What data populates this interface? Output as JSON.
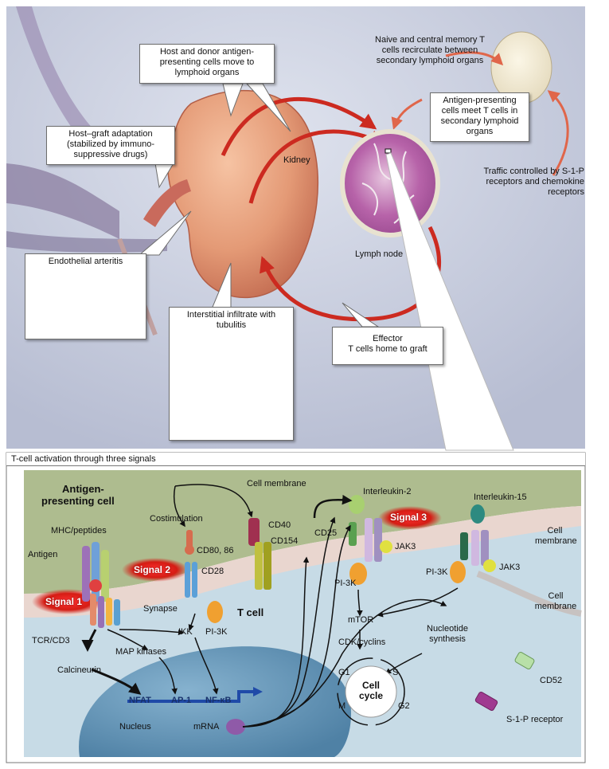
{
  "top": {
    "callouts": {
      "apc_move": "Host and donor antigen-presenting cells move to lymphoid organs",
      "host_graft": "Host–graft adaptation (stabilized by immuno-suppressive drugs)",
      "naive": "Naive and central memory T cells recirculate between secondary lymphoid organs",
      "apc_meet": "Antigen-presenting cells meet T cells in secondary lymphoid organs",
      "traffic": "Traffic controlled by S-1-P receptors and chemokine receptors",
      "endothelial": "Endothelial arteritis",
      "interstitial": "Interstitial infiltrate with tubulitis",
      "effector_l1": "Effector",
      "effector_l2": "T cells home to graft"
    },
    "labels": {
      "kidney": "Kidney",
      "lymph_node": "Lymph node"
    }
  },
  "bottom": {
    "title": "T-cell activation through three signals",
    "apc_l1": "Antigen-",
    "apc_l2": "presenting cell",
    "cell_membrane_top": "Cell membrane",
    "costimulation": "Costimulation",
    "mhc": "MHC/peptides",
    "antigen": "Antigen",
    "cd80": "CD80, 86",
    "cd28": "CD28",
    "cd40": "CD40",
    "cd154": "CD154",
    "signal1": "Signal 1",
    "signal2": "Signal 2",
    "signal3": "Signal 3",
    "synapse": "Synapse",
    "tcell": "T cell",
    "pi3k_a": "PI-3K",
    "pi3k_b": "PI-3K",
    "pi3k_c": "PI-3K",
    "tcr": "TCR/CD3",
    "ikk": "IKK",
    "map": "MAP kinases",
    "calcineurin": "Calcineurin",
    "nfat": "NFAT",
    "ap1": "AP-1",
    "nfkb": "NF-κB",
    "nucleus": "Nucleus",
    "mrna": "mRNA",
    "il2": "Interleukin-2",
    "cd25": "CD25",
    "jak3_a": "JAK3",
    "il15": "Interleukin-15",
    "jak3_b": "JAK3",
    "cell_membrane_r_l1": "Cell",
    "cell_membrane_r_l2": "membrane",
    "cell_membrane_r2_l1": "Cell",
    "cell_membrane_r2_l2": "membrane",
    "mtor": "mTOR",
    "cdk": "CDK/cyclins",
    "nuc_syn_l1": "Nucleotide",
    "nuc_syn_l2": "synthesis",
    "g1": "G1",
    "s": "S",
    "g2": "G2",
    "m": "M",
    "cell_cycle_l1": "Cell",
    "cell_cycle_l2": "cycle",
    "cd52": "CD52",
    "s1p": "S-1-P receptor"
  },
  "colors": {
    "background_top": "#c9cfe0",
    "kidney": "#e8a07c",
    "lymph_node": "#b45aa6",
    "red_arrow": "#cc2a20",
    "apc_green": "#a8b88a",
    "tcell_blue": "#8fb4c8",
    "nucleus": "#5e8fb0",
    "signal_red": "#d8261c",
    "tf_text": "#17306a"
  }
}
